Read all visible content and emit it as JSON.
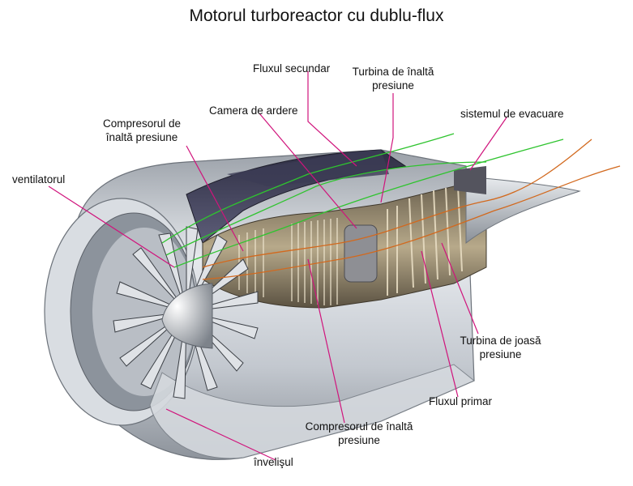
{
  "title": "Motorul turboreactor cu dublu-flux",
  "labels": {
    "fluxul_secundar": "Fluxul secundar",
    "turbina_inalta_1": "Turbina de înaltă",
    "turbina_inalta_2": "presiune",
    "camera_ardere": "Camera de ardere",
    "sistem_evacuare": "sistemul de evacuare",
    "compresor_inalta_top_1": "Compresorul de",
    "compresor_inalta_top_2": "înaltă presiune",
    "ventilatorul": "ventilatorul",
    "turbina_joasa_1": "Turbina de joasă",
    "turbina_joasa_2": "presiune",
    "fluxul_primar": "Fluxul primar",
    "compresor_inalta_bottom_1": "Compresorul de înaltă",
    "compresor_inalta_bottom_2": "presiune",
    "invelisul": "învelişul"
  },
  "colors": {
    "leader": "#d0147c",
    "secondary_flow": "#2fc42f",
    "primary_flow": "#d2691e",
    "casing": "#c7ccd3",
    "shroud_dark": "#4a4a64",
    "metal": "#8c7d62"
  }
}
